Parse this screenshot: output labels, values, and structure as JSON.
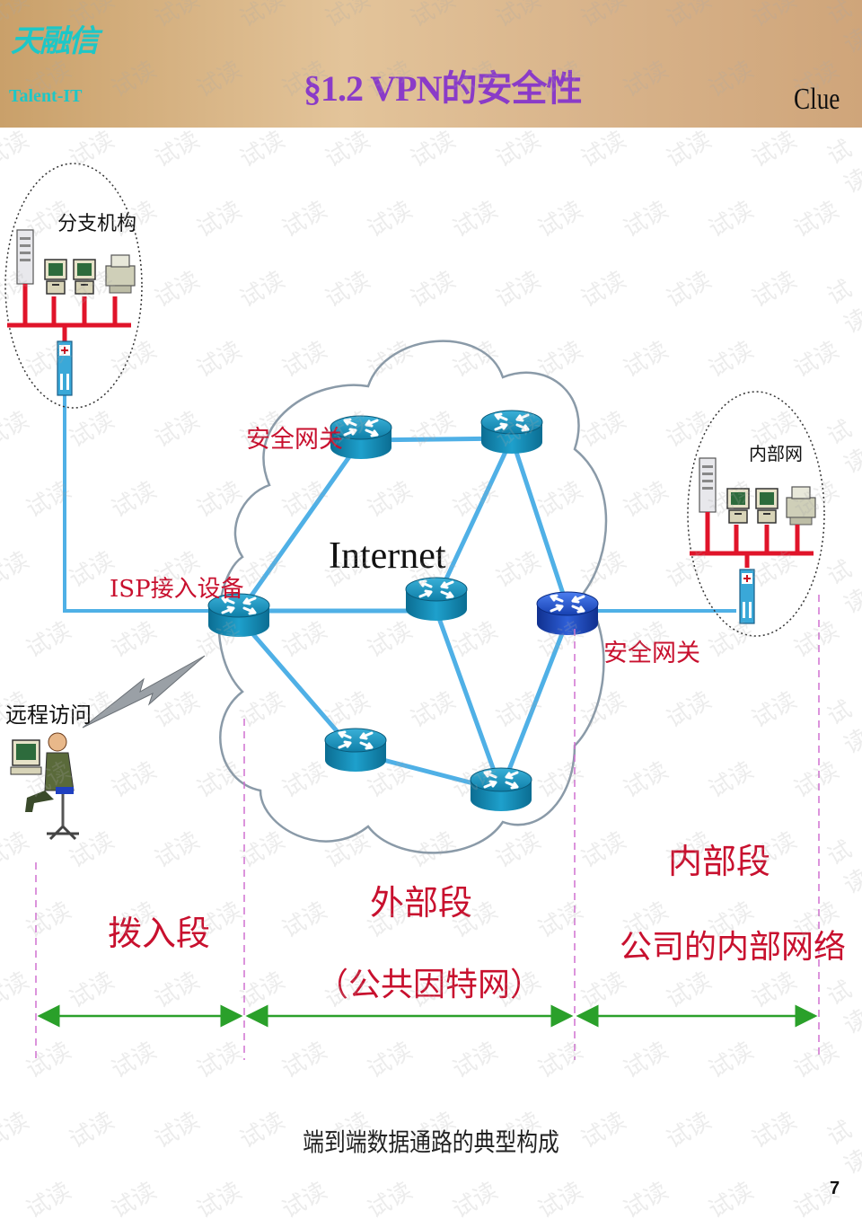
{
  "header": {
    "logo_cn": "天融信",
    "logo_en": "Talent-IT",
    "title": "§1.2 VPN的安全性",
    "corner": "Clue"
  },
  "diagram": {
    "branch_label": "分支机构",
    "internal_net_label": "内部网",
    "internet_label": "Internet",
    "gateway_left_label": "安全网关",
    "gateway_right_label": "安全网关",
    "isp_label": "ISP接入设备",
    "remote_label": "远程访问",
    "segments": {
      "dialin": "拨入段",
      "external": "外部段",
      "external_sub": "（公共因特网）",
      "internal": "内部段",
      "internal_sub": "公司的内部网络"
    }
  },
  "caption": "端到端数据通路的典型构成",
  "page_number": "7",
  "watermark_text": "试读",
  "colors": {
    "header_gold": "#d8b38a",
    "title_purple": "#8a3bc8",
    "logo_cyan": "#1dc7c7",
    "link_blue": "#4fb0e6",
    "router_teal": "#1688b0",
    "gateway_blue": "#1a4fc0",
    "label_red": "#c8102e",
    "arrow_green": "#2aa02a",
    "divider_magenta": "#d070d0"
  }
}
